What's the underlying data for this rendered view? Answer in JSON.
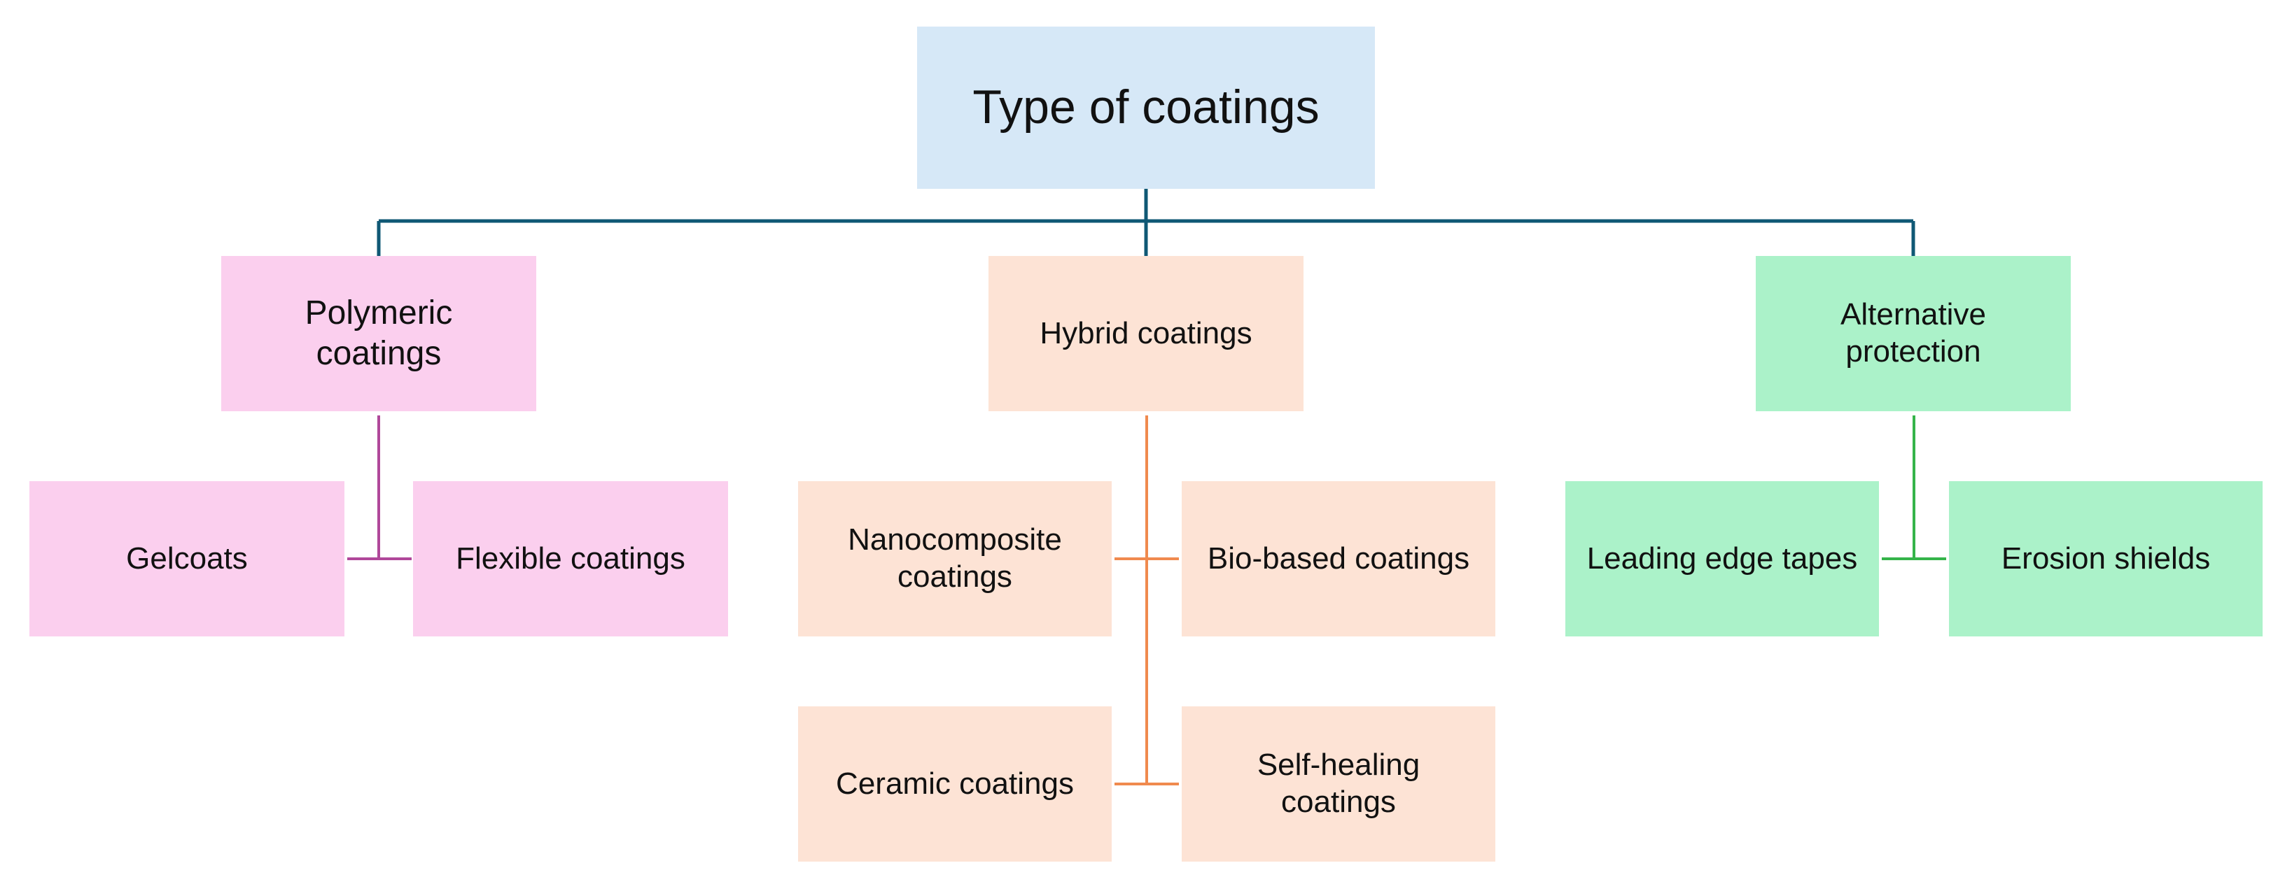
{
  "diagram": {
    "root": {
      "label": "Type of coatings",
      "color": "#d6e8f7"
    },
    "categories": [
      {
        "label": "Polymeric\ncoatings",
        "color": "#fbcfee",
        "line_color": "#b0489a",
        "children": [
          {
            "label": "Gelcoats"
          },
          {
            "label": "Flexible coatings"
          }
        ]
      },
      {
        "label": "Hybrid coatings",
        "color": "#fde3d5",
        "line_color": "#f08a4e",
        "children": [
          {
            "label": "Nanocomposite\ncoatings"
          },
          {
            "label": "Bio-based coatings"
          },
          {
            "label": "Ceramic coatings"
          },
          {
            "label": "Self-healing\ncoatings"
          }
        ]
      },
      {
        "label": "Alternative\nprotection",
        "color": "#abf2c9",
        "line_color": "#35b44a",
        "children": [
          {
            "label": "Leading edge tapes"
          },
          {
            "label": "Erosion shields"
          }
        ]
      }
    ],
    "root_line_color": "#0f5875"
  }
}
